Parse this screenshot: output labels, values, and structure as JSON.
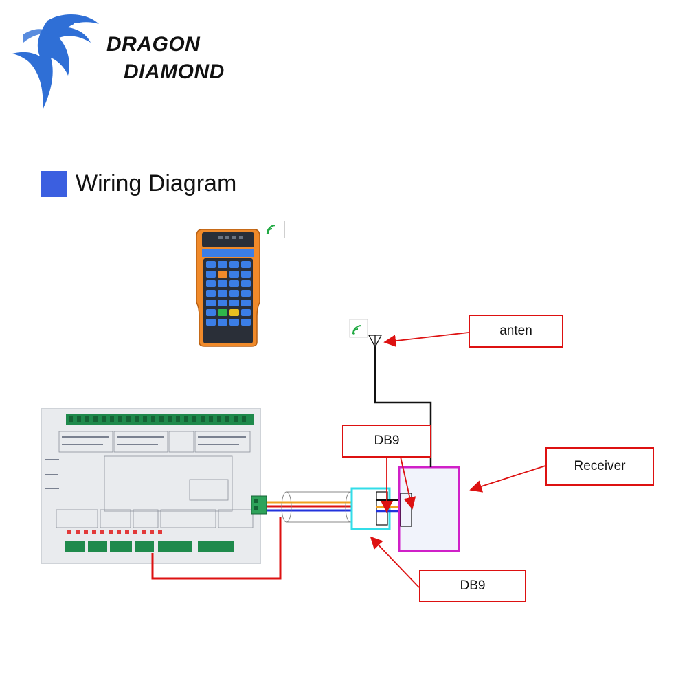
{
  "brand": {
    "line1": "DRAGON",
    "line2": "DIAMOND",
    "logo_icon": "dragon-logo",
    "accent_color": "#2f6fd6"
  },
  "header": {
    "title": "Wiring Diagram",
    "bullet_color": "#3b5fe0"
  },
  "labels": {
    "antenna": "anten",
    "db9_top": "DB9",
    "receiver": "Receiver",
    "db9_bottom": "DB9"
  },
  "colors": {
    "callout_border": "#dd1111",
    "arrow": "#dd1111",
    "receiver_border": "#d020c8",
    "db9_connector_border": "#33dde8",
    "wire_orange": "#f0a020",
    "wire_blue": "#2233dd",
    "wire_red": "#dd1111",
    "wire_black": "#111111",
    "remote_body": "#f08a2a",
    "wireless_icon": "#22aa44"
  },
  "icons": {
    "wireless_remote": "wireless-signal-icon",
    "wireless_antenna": "wireless-signal-icon",
    "antenna": "antenna-icon"
  }
}
